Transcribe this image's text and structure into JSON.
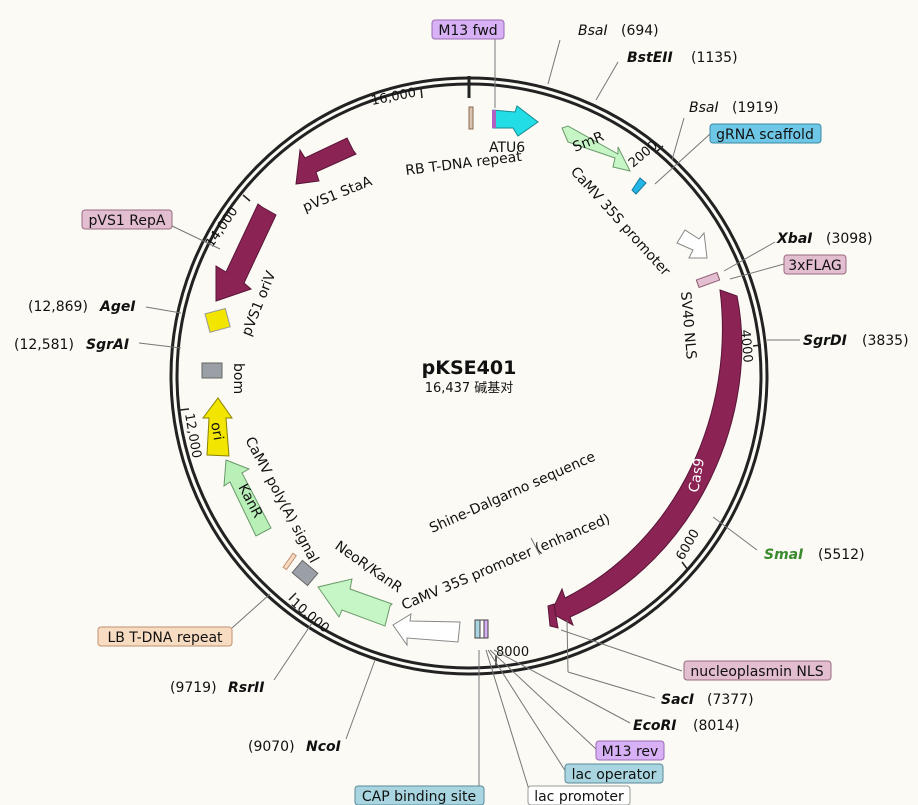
{
  "plasmid": {
    "name": "pKSE401",
    "size_text": "16,437 碱基对",
    "length_bp": 16437
  },
  "tick_labels": [
    "16,000",
    "2000",
    "4000",
    "6000",
    "8000",
    "10,000",
    "12,000",
    "14,000"
  ],
  "features": [
    {
      "name": "pVS1 StaA",
      "color": "#8b2455"
    },
    {
      "name": "pVS1 RepA",
      "color": "#8b2455"
    },
    {
      "name": "pVS1 oriV",
      "color": "#8b2455"
    },
    {
      "name": "bom",
      "color": "#9aa0a6"
    },
    {
      "name": "ori",
      "color": "#f2e600"
    },
    {
      "name": "KanR",
      "color": "#b8f0b8"
    },
    {
      "name": "CaMV poly(A) signal",
      "color": "#9aa0a6"
    },
    {
      "name": "NeoR/KanR",
      "color": "#c6f5c6"
    },
    {
      "name": "CaMV 35S promoter (enhanced)",
      "color": "#ffffff"
    },
    {
      "name": "Cas9",
      "color": "#8b2455"
    },
    {
      "name": "SV40 NLS",
      "color": "#ffffff"
    },
    {
      "name": "CaMV 35S promoter",
      "color": "#ffffff"
    },
    {
      "name": "SmR",
      "color": "#c6f5c6"
    },
    {
      "name": "ATU6",
      "color": "#22dde6"
    },
    {
      "name": "RB T-DNA repeat",
      "color": "#d9c2b0"
    },
    {
      "name": "Shine-Dalgarno sequence",
      "color": "#ffffff"
    },
    {
      "name": "M13 fwd",
      "color": "#d8b0f5"
    },
    {
      "name": "gRNA scaffold",
      "color": "#6ec7e6"
    },
    {
      "name": "3xFLAG",
      "color": "#e3bdd0"
    },
    {
      "name": "nucleoplasmin NLS",
      "color": "#e3bdd0"
    },
    {
      "name": "LB T-DNA repeat",
      "color": "#f8dcc2"
    },
    {
      "name": "M13 rev",
      "color": "#d8b0f5"
    },
    {
      "name": "lac operator",
      "color": "#a8d5e0"
    },
    {
      "name": "lac promoter",
      "color": "#ffffff"
    },
    {
      "name": "CAP binding site",
      "color": "#a8d5e0"
    }
  ],
  "sites": [
    {
      "name": "BsaI",
      "pos": "(694)"
    },
    {
      "name": "BstEII",
      "pos": "(1135)"
    },
    {
      "name": "BsaI",
      "pos": "(1919)"
    },
    {
      "name": "XbaI",
      "pos": "(3098)"
    },
    {
      "name": "SgrDI",
      "pos": "(3835)"
    },
    {
      "name": "SmaI",
      "pos": "(5512)"
    },
    {
      "name": "SacI",
      "pos": "(7377)"
    },
    {
      "name": "EcoRI",
      "pos": "(8014)"
    },
    {
      "name": "NcoI",
      "pos": "(9070)"
    },
    {
      "name": "RsrII",
      "pos": "(9719)"
    },
    {
      "name": "SgrAI",
      "pos": "(12,581)"
    },
    {
      "name": "AgeI",
      "pos": "(12,869)"
    }
  ],
  "colors": {
    "background": "#fbfaf4",
    "backbone": "#222222",
    "smaI": "#3a8a2e"
  }
}
